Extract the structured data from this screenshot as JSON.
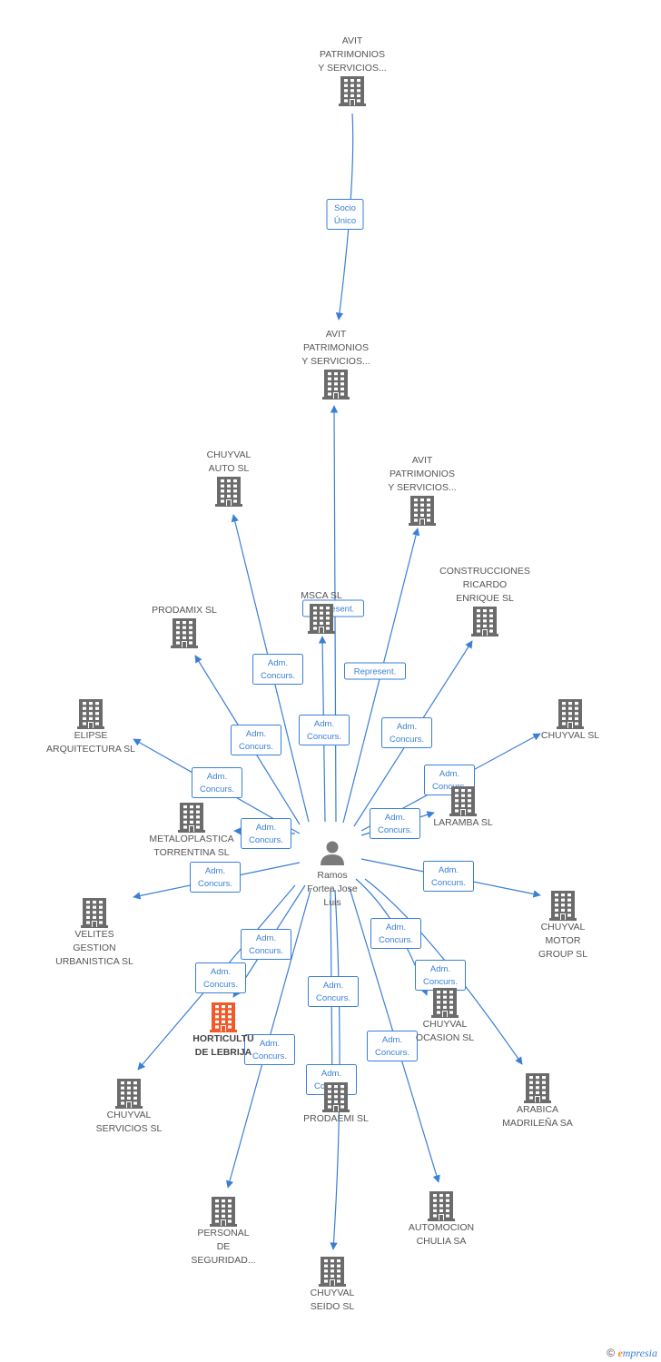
{
  "nodes": [
    {
      "id": "avit_top",
      "kind": "company",
      "lines": [
        "AVIT",
        "PATRIMONIOS",
        "Y SERVICIOS..."
      ]
    },
    {
      "id": "avit_mid",
      "kind": "company",
      "lines": [
        "AVIT",
        "PATRIMONIOS",
        "Y SERVICIOS..."
      ]
    },
    {
      "id": "avit_right",
      "kind": "company",
      "lines": [
        "AVIT",
        "PATRIMONIOS",
        "Y SERVICIOS..."
      ]
    },
    {
      "id": "chuyval_auto",
      "kind": "company",
      "lines": [
        "CHUYVAL",
        "AUTO SL"
      ]
    },
    {
      "id": "prodamix",
      "kind": "company",
      "lines": [
        "PRODAMIX SL"
      ]
    },
    {
      "id": "msca",
      "kind": "company",
      "lines": [
        "MSCA SL"
      ]
    },
    {
      "id": "construcciones",
      "kind": "company",
      "lines": [
        "CONSTRUCCIONES",
        "RICARDO",
        "ENRIQUE SL"
      ]
    },
    {
      "id": "elipse",
      "kind": "company",
      "lines": [
        "ELIPSE",
        "ARQUITECTURA SL"
      ]
    },
    {
      "id": "chuyval_sl",
      "kind": "company",
      "lines": [
        "CHUYVAL SL"
      ]
    },
    {
      "id": "metaloplastica",
      "kind": "company",
      "lines": [
        "METALOPLASTICA",
        "TORRENTINA SL"
      ]
    },
    {
      "id": "laramba",
      "kind": "company",
      "lines": [
        "LARAMBA SL"
      ]
    },
    {
      "id": "center",
      "kind": "person",
      "lines": [
        "Ramos",
        "Fortea Jose",
        "Luis"
      ]
    },
    {
      "id": "velites",
      "kind": "company",
      "lines": [
        "VELITES",
        "GESTION",
        "URBANISTICA SL"
      ]
    },
    {
      "id": "chuyval_motor",
      "kind": "company",
      "lines": [
        "CHUYVAL",
        "MOTOR",
        "GROUP SL"
      ]
    },
    {
      "id": "horticultura",
      "kind": "focus",
      "lines": [
        "HORTICULTU",
        "DE LEBRIJA"
      ]
    },
    {
      "id": "chuyval_ocasion",
      "kind": "company",
      "lines": [
        "CHUYVAL",
        "OCASION SL"
      ]
    },
    {
      "id": "chuyval_servicios",
      "kind": "company",
      "lines": [
        "CHUYVAL",
        "SERVICIOS SL"
      ]
    },
    {
      "id": "prodaemi",
      "kind": "company",
      "lines": [
        "PRODAEMI SL"
      ]
    },
    {
      "id": "arabica",
      "kind": "company",
      "lines": [
        "ARABICA",
        "MADRILEÑA SA"
      ]
    },
    {
      "id": "personal",
      "kind": "company",
      "lines": [
        "PERSONAL",
        "DE",
        "SEGURIDAD..."
      ]
    },
    {
      "id": "automocion",
      "kind": "company",
      "lines": [
        "AUTOMOCION",
        "CHULIA SA"
      ]
    },
    {
      "id": "chuyval_seido",
      "kind": "company",
      "lines": [
        "CHUYVAL",
        "SEIDO SL"
      ]
    }
  ],
  "edges": [
    {
      "from": "avit_top",
      "to": "avit_mid",
      "label": [
        "Socio",
        "Único"
      ]
    },
    {
      "from": "center",
      "to": "avit_mid",
      "label": [
        "Represent."
      ]
    },
    {
      "from": "center",
      "to": "chuyval_auto",
      "label": [
        "Adm.",
        "Concurs."
      ]
    },
    {
      "from": "center",
      "to": "prodamix",
      "label": [
        "Adm.",
        "Concurs."
      ]
    },
    {
      "from": "center",
      "to": "msca",
      "label": [
        "Adm.",
        "Concurs."
      ]
    },
    {
      "from": "center",
      "to": "avit_right",
      "label": [
        "Represent."
      ]
    },
    {
      "from": "center",
      "to": "construcciones",
      "label": [
        "Adm.",
        "Concurs."
      ]
    },
    {
      "from": "center",
      "to": "elipse",
      "label": [
        "Adm.",
        "Concurs."
      ]
    },
    {
      "from": "center",
      "to": "chuyval_sl",
      "label": [
        "Adm.",
        "Concurs."
      ]
    },
    {
      "from": "center",
      "to": "metaloplastica",
      "label": [
        "Adm.",
        "Concurs."
      ]
    },
    {
      "from": "center",
      "to": "laramba",
      "label": [
        "Adm.",
        "Concurs."
      ]
    },
    {
      "from": "center",
      "to": "velites",
      "label": [
        "Adm.",
        "Concurs."
      ]
    },
    {
      "from": "center",
      "to": "chuyval_motor",
      "label": [
        "Adm.",
        "Concurs."
      ]
    },
    {
      "from": "center",
      "to": "horticultura",
      "label": [
        "Adm.",
        "Concurs."
      ]
    },
    {
      "from": "center",
      "to": "chuyval_ocasion",
      "label": [
        "Adm.",
        "Concurs."
      ]
    },
    {
      "from": "center",
      "to": "chuyval_servicios",
      "label": [
        "Adm.",
        "Concurs."
      ]
    },
    {
      "from": "center",
      "to": "prodaemi",
      "label": [
        "Adm.",
        "Concurs."
      ]
    },
    {
      "from": "center",
      "to": "arabica",
      "label": [
        "Adm.",
        "Concurs."
      ]
    },
    {
      "from": "center",
      "to": "personal",
      "label": [
        "Adm.",
        "Concurs."
      ]
    },
    {
      "from": "center",
      "to": "automocion",
      "label": [
        "Adm.",
        "Concurs."
      ]
    },
    {
      "from": "center",
      "to": "chuyval_seido",
      "label": [
        "Adm.",
        "Concurs."
      ]
    }
  ],
  "colors": {
    "edge": "#3a7fd5",
    "building": "#6b6b6b",
    "focus_building": "#f05a2a",
    "person": "#7a7a7a"
  },
  "footer": {
    "copyright": "©",
    "brand": "mpresia",
    "brand_initial": "e"
  }
}
